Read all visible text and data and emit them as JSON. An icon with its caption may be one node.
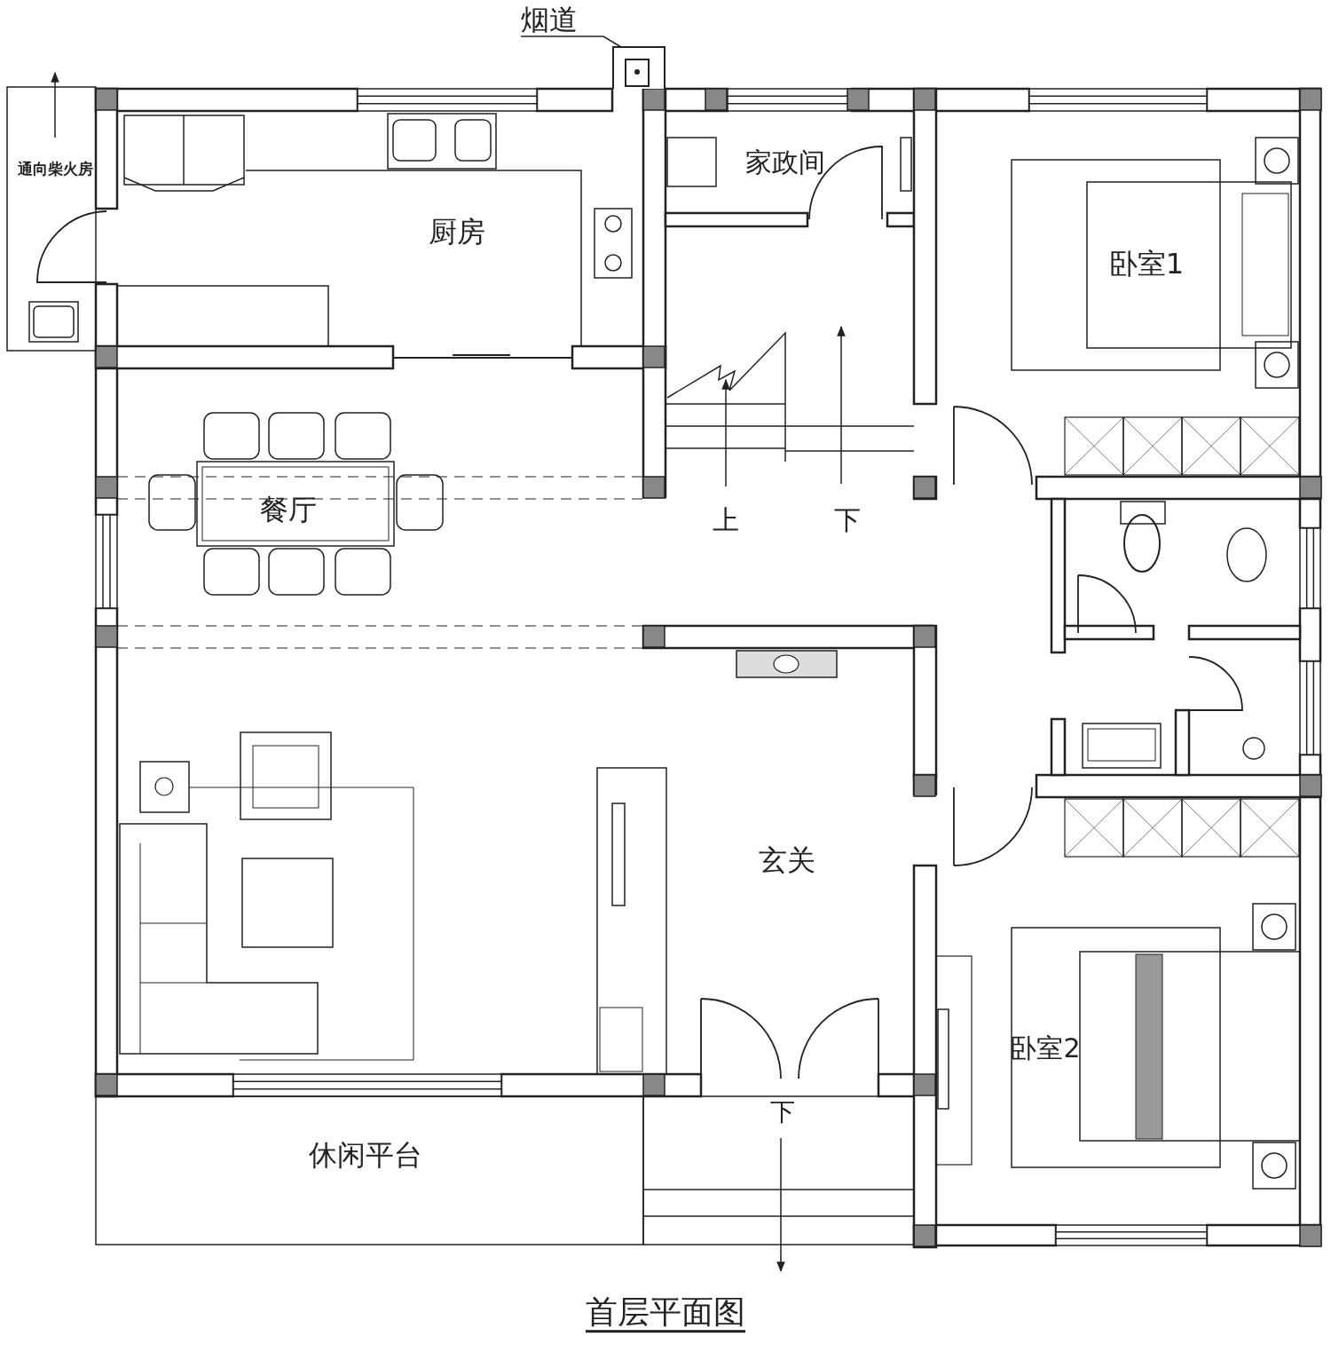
{
  "diagram": {
    "title": "首层平面图",
    "nodes": [
      {
        "text": [
          "烟道"
        ]
      },
      {
        "text": [],
        "shape": "box"
      }
    ],
    "edges": [
      {
        "from": 0,
        "to": 1,
        "arrow": "none"
      }
    ],
    "labels": [
      "通向柴火房",
      "厨房",
      "家政间",
      "卧室1",
      "餐厅",
      "上",
      "下",
      "玄关",
      "卧室2",
      "休闲平台",
      "下"
    ]
  }
}
